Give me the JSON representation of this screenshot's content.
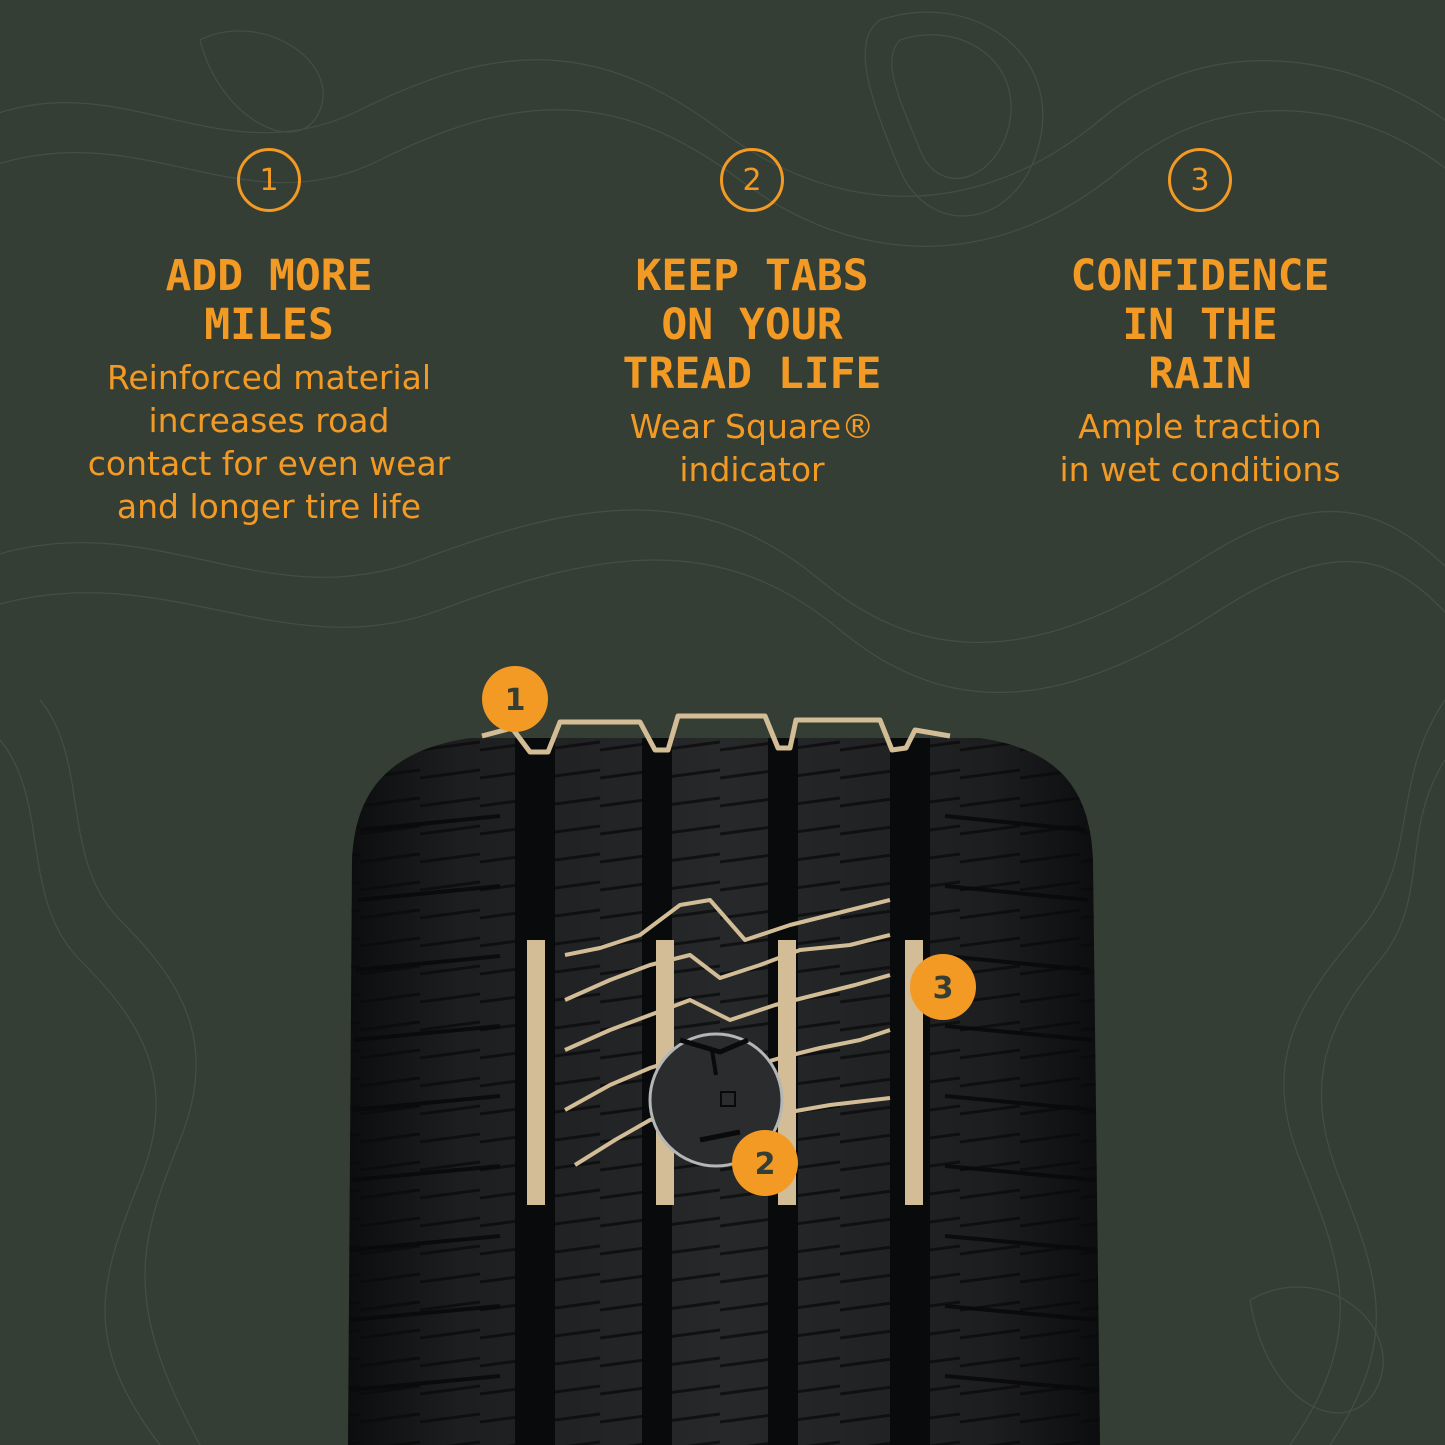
{
  "colors": {
    "background": "#343e34",
    "accent": "#f39a24",
    "callout": "#d2bd96",
    "tire": "#1c1d1e"
  },
  "features": [
    {
      "number": "1",
      "title": "ADD MORE\nMILES",
      "description": "Reinforced material\nincreases road\ncontact for even wear\nand longer tire life"
    },
    {
      "number": "2",
      "title": "KEEP TABS\nON YOUR\nTREAD LIFE",
      "description": "Wear Square®\nindicator"
    },
    {
      "number": "3",
      "title": "CONFIDENCE\nIN THE\nRAIN",
      "description": "Ample traction\nin wet conditions"
    }
  ],
  "callouts": [
    {
      "number": "1"
    },
    {
      "number": "2"
    },
    {
      "number": "3"
    }
  ]
}
